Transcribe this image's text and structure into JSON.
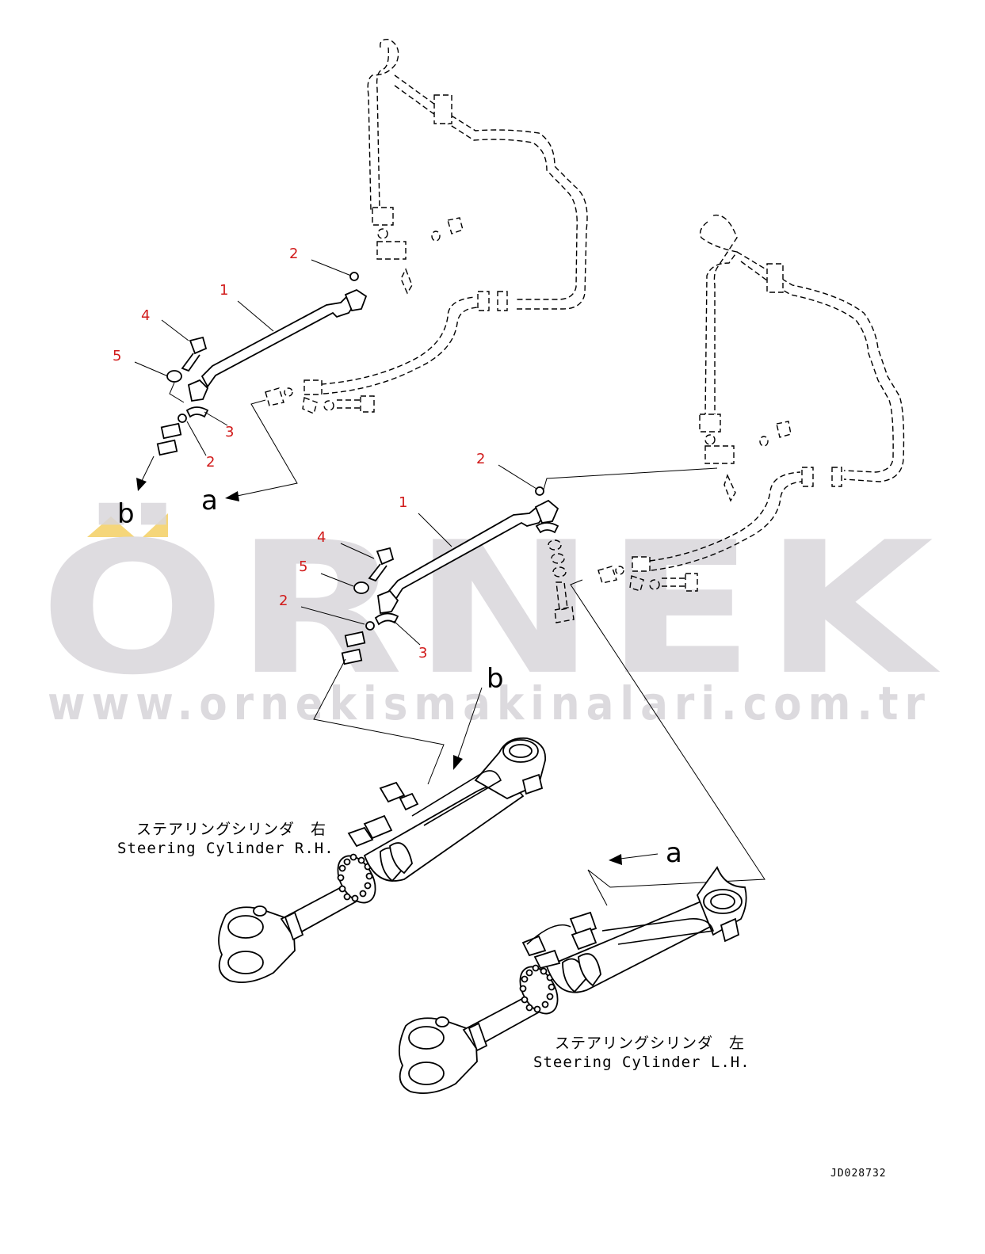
{
  "watermark": {
    "brand": "ÖRNEK",
    "url": "www.ornekismakinalari.com.tr",
    "accent_color": "#f5d67a",
    "gray_color": "#d9d6db"
  },
  "callouts": {
    "upper": {
      "hose": "1",
      "oring_top": "2",
      "clamp": "3",
      "bolt": "4",
      "washer": "5",
      "oring_bottom": "2"
    },
    "lower": {
      "oring_top": "2",
      "hose": "1",
      "bolt": "4",
      "washer": "5",
      "oring_mid": "2",
      "clamp": "3"
    }
  },
  "reference_letters": {
    "upper_a": "a",
    "upper_b": "b",
    "lower_b": "b",
    "lower_a": "a"
  },
  "captions": {
    "rh_jp": "ステアリングシリンダ　右",
    "rh_en": "Steering Cylinder R.H.",
    "lh_jp": "ステアリングシリンダ　左",
    "lh_en": "Steering Cylinder L.H."
  },
  "document_id": "JD028732",
  "colors": {
    "line": "#000000",
    "callout": "#d11a1a",
    "background": "#ffffff"
  }
}
